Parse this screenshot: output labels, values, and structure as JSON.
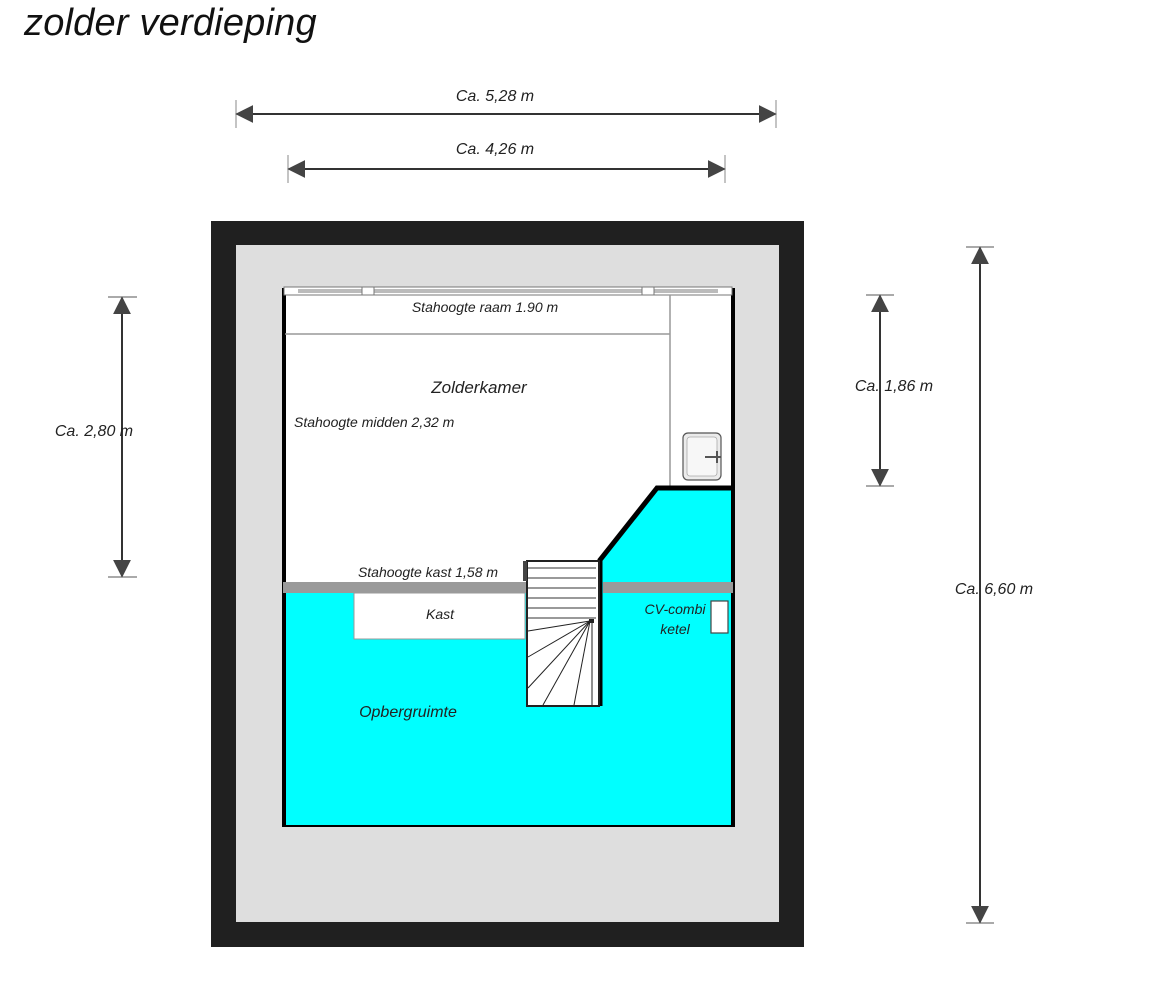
{
  "title": "zolder verdieping",
  "colors": {
    "outer_wall": "#202020",
    "slab": "#dedede",
    "room_floor": "#ffffff",
    "storage_floor": "#00ffff",
    "kneewall_line": "#9a9a9a",
    "dimension_line": "#444444"
  },
  "dimensions": {
    "width_outer": "Ca. 5,28 m",
    "width_inner": "Ca. 4,26 m",
    "depth_room": "Ca. 2,80 m",
    "depth_side": "Ca. 1,86 m",
    "depth_total": "Ca. 6,60 m"
  },
  "rooms": {
    "zolderkamer": "Zolderkamer",
    "opbergruimte": "Opbergruimte",
    "kast": "Kast"
  },
  "annotations": {
    "stahoogte_raam": "Stahoogte raam 1.90 m",
    "stahoogte_midden": "Stahoogte midden 2,32 m",
    "stahoogte_kast": "Stahoogte kast 1,58 m",
    "cv_line1": "CV-combi",
    "cv_line2": "ketel"
  },
  "icons": {
    "sink": "sink-icon",
    "stairs": "staircase-icon",
    "boiler": "boiler-icon",
    "window": "window-icon"
  }
}
